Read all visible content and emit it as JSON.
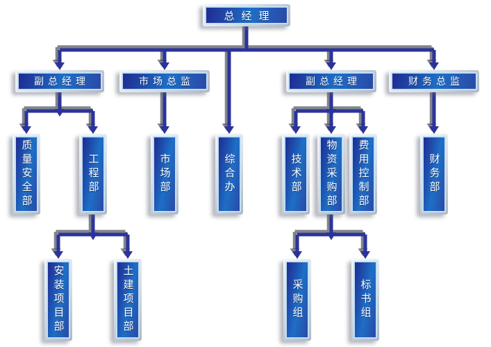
{
  "labels": {
    "root": "总经理",
    "deputy_gm_left": "副总经理",
    "marketing_director": "市场总监",
    "deputy_gm_right": "副总经理",
    "finance_director": "财务总监",
    "quality_safety": "质量安全部",
    "engineering": "工程部",
    "marketing": "市场部",
    "general_office": "综合办",
    "technology": "技术部",
    "materials_purchasing": "物资采购部",
    "cost_control": "费用控制部",
    "finance": "财务部",
    "installation_project": "安装项目部",
    "civil_project": "土建项目部",
    "purchasing_group": "采购组",
    "bid_group": "标书组"
  },
  "hierarchy": {
    "总经理": {
      "副总经理(左)": {
        "质量安全部": {},
        "工程部": {
          "安装项目部": {},
          "土建项目部": {}
        }
      },
      "市场总监": {
        "市场部": {}
      },
      "综合办": {},
      "副总经理(右)": {
        "技术部": {},
        "物资采购部": {
          "采购组": {},
          "标书组": {}
        },
        "费用控制部": {}
      },
      "财务总监": {
        "财务部": {}
      }
    }
  },
  "colors": {
    "box_gradient_start": "#1f2b92",
    "box_gradient_mid": "#1e6fc6",
    "box_gradient_end": "#2a49a6",
    "box_inner_border": "#bfe1f7",
    "box_outer_frame": "#d9dfe8",
    "connector": "#2b339b",
    "connector_shadow": "#3f4450",
    "text": "#ffffff",
    "background": "#ffffff"
  }
}
